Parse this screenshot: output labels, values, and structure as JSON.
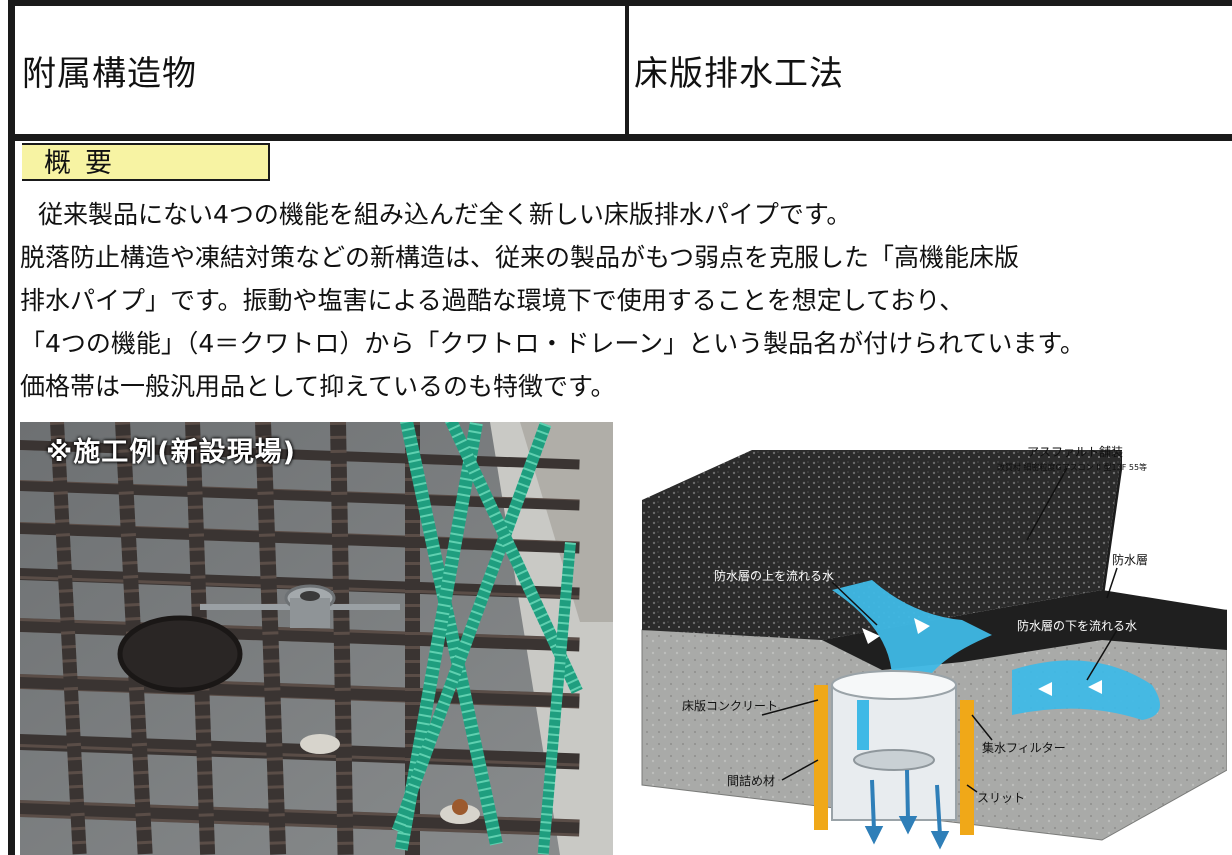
{
  "header": {
    "category": "附属構造物",
    "method": "床版排水工法"
  },
  "section": {
    "title": "概要"
  },
  "description": {
    "lines": [
      "従来製品にない4つの機能を組み込んだ全く新しい床版排水パイプです。",
      "脱落防止構造や凍結対策などの新構造は、従来の製品がもつ弱点を克服した「高機能床版",
      "排水パイプ」です。振動や塩害による過酷な環境下で使用することを想定しており、",
      "「4つの機能」（4＝クワトロ）から「クワトロ・ドレーン」という製品名が付けられています。",
      "価格帯は一般汎用品として抑えているのも特徴です。"
    ]
  },
  "photo": {
    "caption": "※施工例(新設現場)"
  },
  "diagram": {
    "labels": {
      "asphalt": "アスファルト舗装",
      "asphalt_spec": "改質材 細密粒度Gアスコン II 型13F 55等",
      "waterproof_layer": "防水層",
      "water_above": "防水層の上を流れる水",
      "water_below": "防水層の下を流れる水",
      "slab_concrete": "床版コンクリート",
      "filler": "間詰め材",
      "filter": "集水フィルター",
      "slit": "スリット"
    },
    "colors": {
      "asphalt": "#2b2b2b",
      "concrete": "#a9aaa8",
      "water": "#3fb9e6",
      "filler": "#f0a818",
      "pipe": "#e8ecef"
    }
  }
}
